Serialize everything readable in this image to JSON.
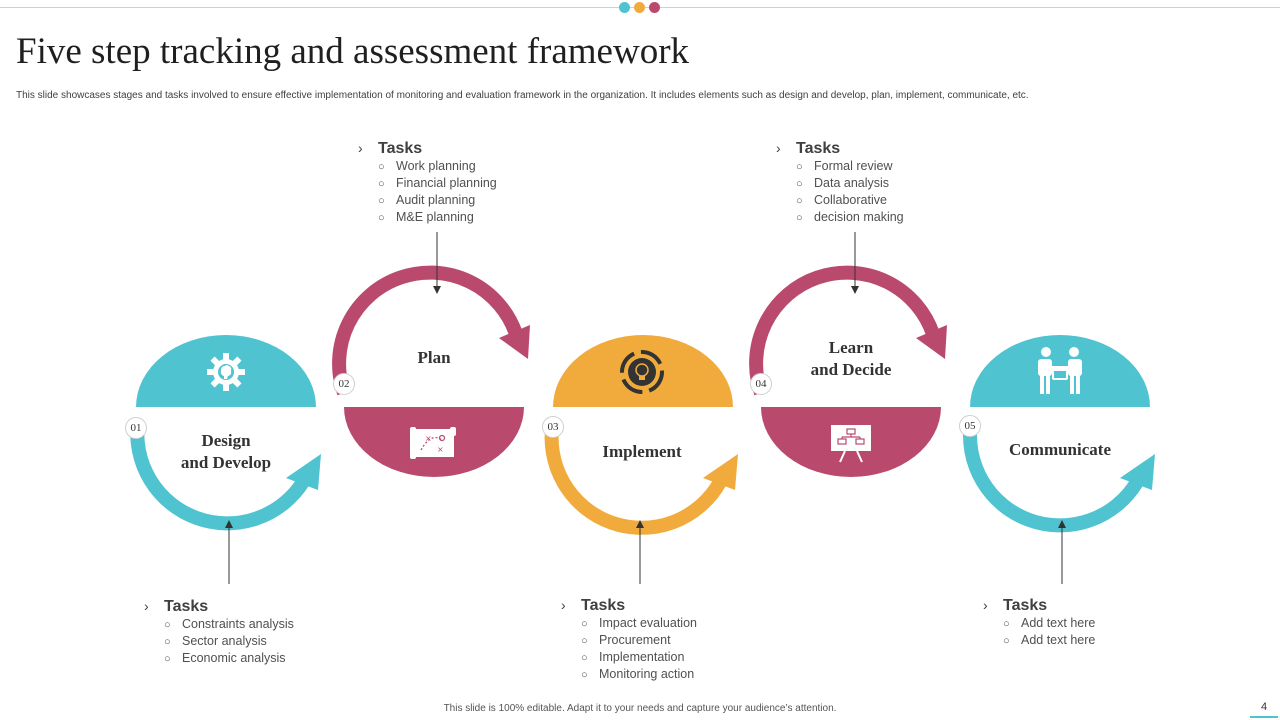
{
  "slide": {
    "title": "Five step tracking and assessment framework",
    "subtitle": "This slide showcases stages and tasks involved to ensure effective implementation of monitoring and evaluation framework in the organization. It includes elements such as design and develop, plan, implement,  communicate, etc.",
    "footer": "This slide is 100% editable.  Adapt it to your needs and capture your audience’s attention.",
    "page_number": "4"
  },
  "colors": {
    "teal": "#4fc3cf",
    "magenta": "#b94a6d",
    "orange": "#f0ab3c"
  },
  "steps": [
    {
      "number": "01",
      "label_line1": "Design",
      "label_line2": "and Develop",
      "icon": "gear-brain-icon",
      "tasks_title": "Tasks",
      "tasks": [
        "Constraints analysis",
        "Sector analysis",
        "Economic analysis"
      ]
    },
    {
      "number": "02",
      "label_line1": "Plan",
      "label_line2": "",
      "icon": "strategy-board-icon",
      "tasks_title": "Tasks",
      "tasks": [
        "Work planning",
        "Financial planning",
        "Audit planning",
        "M&E planning"
      ]
    },
    {
      "number": "03",
      "label_line1": "Implement",
      "label_line2": "",
      "icon": "idea-cycle-icon",
      "tasks_title": "Tasks",
      "tasks": [
        "Impact evaluation",
        "Procurement",
        "Implementation",
        "Monitoring action"
      ]
    },
    {
      "number": "04",
      "label_line1": "Learn",
      "label_line2": "and Decide",
      "icon": "presentation-chart-icon",
      "tasks_title": "Tasks",
      "tasks": [
        "Formal review",
        "Data analysis",
        "Collaborative",
        "decision making"
      ]
    },
    {
      "number": "05",
      "label_line1": "Communicate",
      "label_line2": "",
      "icon": "handshake-people-icon",
      "tasks_title": "Tasks",
      "tasks": [
        "Add text here",
        "Add text here"
      ]
    }
  ]
}
